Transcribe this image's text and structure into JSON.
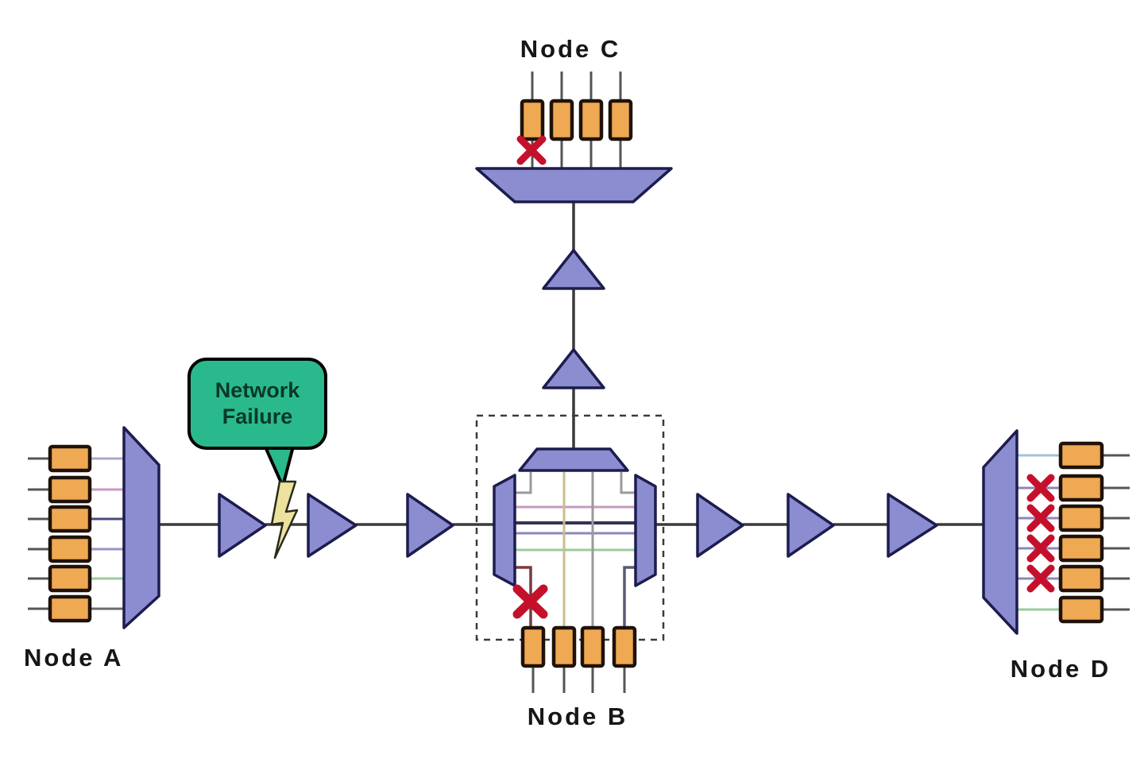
{
  "diagram_labels": {
    "node_a": "Node A",
    "node_b": "Node B",
    "node_c": "Node C",
    "node_d": "Node D"
  },
  "callout": {
    "line1": "Network",
    "line2": "Failure"
  },
  "structure": {
    "node_a_transceivers": 6,
    "node_b_transceivers": 4,
    "node_c_transceivers": 4,
    "node_d_transceivers": 6,
    "amplifiers_node_a_to_node_b": 3,
    "amplifiers_node_b_to_node_d": 3,
    "amplifiers_node_b_to_node_c": 2,
    "failure_x_marks_node_c": 1,
    "failure_x_marks_node_b": 1,
    "failure_x_marks_node_d": 4
  },
  "colors": {
    "background": "#ffffff",
    "component_fill": "#8c8cd0",
    "component_border": "#1c1c4e",
    "transceiver_fill": "#efa953",
    "transceiver_border": "#1f1208",
    "wire": "#3a3a3a",
    "stub": "#555555",
    "failure_x": "#c5102c",
    "callout_fill": "#2ab98d",
    "callout_border": "#000000",
    "callout_text": "#083828",
    "lightning_fill": "#ece29e",
    "lightning_border": "#2a2a1a",
    "inner_dark": "#333355",
    "drop_line": "#5a5a72",
    "drop_line_failed": "#7c3a3a",
    "wl_1": "#a9a9cc",
    "wl_2": "#c79ac0",
    "wl_3": "#4a4a82",
    "wl_4": "#9a94c8",
    "wl_5": "#9ccb9c",
    "wl_6": "#6b6b6b",
    "wl_7": "#a3c2d6",
    "wl_8": "#8f86b8",
    "wl_9": "#c9bd8e",
    "wl_10": "#9a9a9a"
  }
}
